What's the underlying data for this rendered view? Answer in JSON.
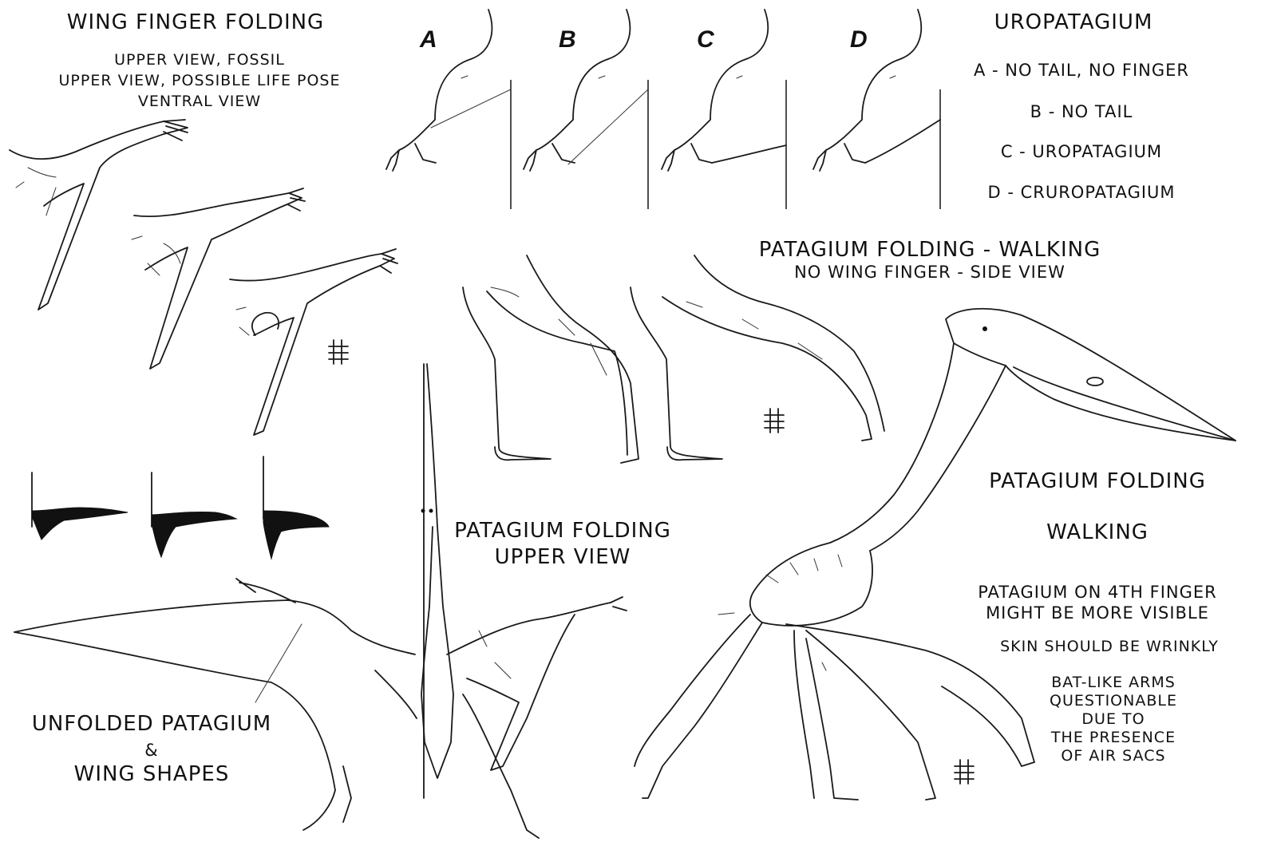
{
  "wing_finger": {
    "title": "WING FINGER FOLDING",
    "lines": [
      "UPPER VIEW, FOSSIL",
      "UPPER VIEW, POSSIBLE LIFE POSE",
      "VENTRAL VIEW"
    ]
  },
  "panels": [
    "A",
    "B",
    "C",
    "D"
  ],
  "uropatagium": {
    "title": "UROPATAGIUM",
    "items": [
      "A - NO TAIL, NO FINGER",
      "B - NO TAIL",
      "C - UROPATAGIUM",
      "D - CRUROPATAGIUM"
    ]
  },
  "walking_side": {
    "title": "PATAGIUM FOLDING - WALKING",
    "subtitle": "NO WING FINGER - SIDE VIEW"
  },
  "upper_view": {
    "title_1": "PATAGIUM FOLDING",
    "title_2": "UPPER VIEW"
  },
  "unfolded": {
    "line_1": "UNFOLDED PATAGIUM",
    "line_2": "&",
    "line_3": "WING SHAPES"
  },
  "walking_notes": {
    "title_1": "PATAGIUM FOLDING",
    "title_2": "WALKING",
    "note_1a": "PATAGIUM ON 4TH FINGER",
    "note_1b": "MIGHT BE MORE VISIBLE",
    "note_2": "SKIN SHOULD BE WRINKLY",
    "note_3": [
      "BAT-LIKE ARMS",
      "QUESTIONABLE",
      "DUE TO",
      "THE PRESENCE",
      "OF AIR SACS"
    ]
  },
  "colors": {
    "ink": "#111111",
    "paper": "#ffffff"
  }
}
